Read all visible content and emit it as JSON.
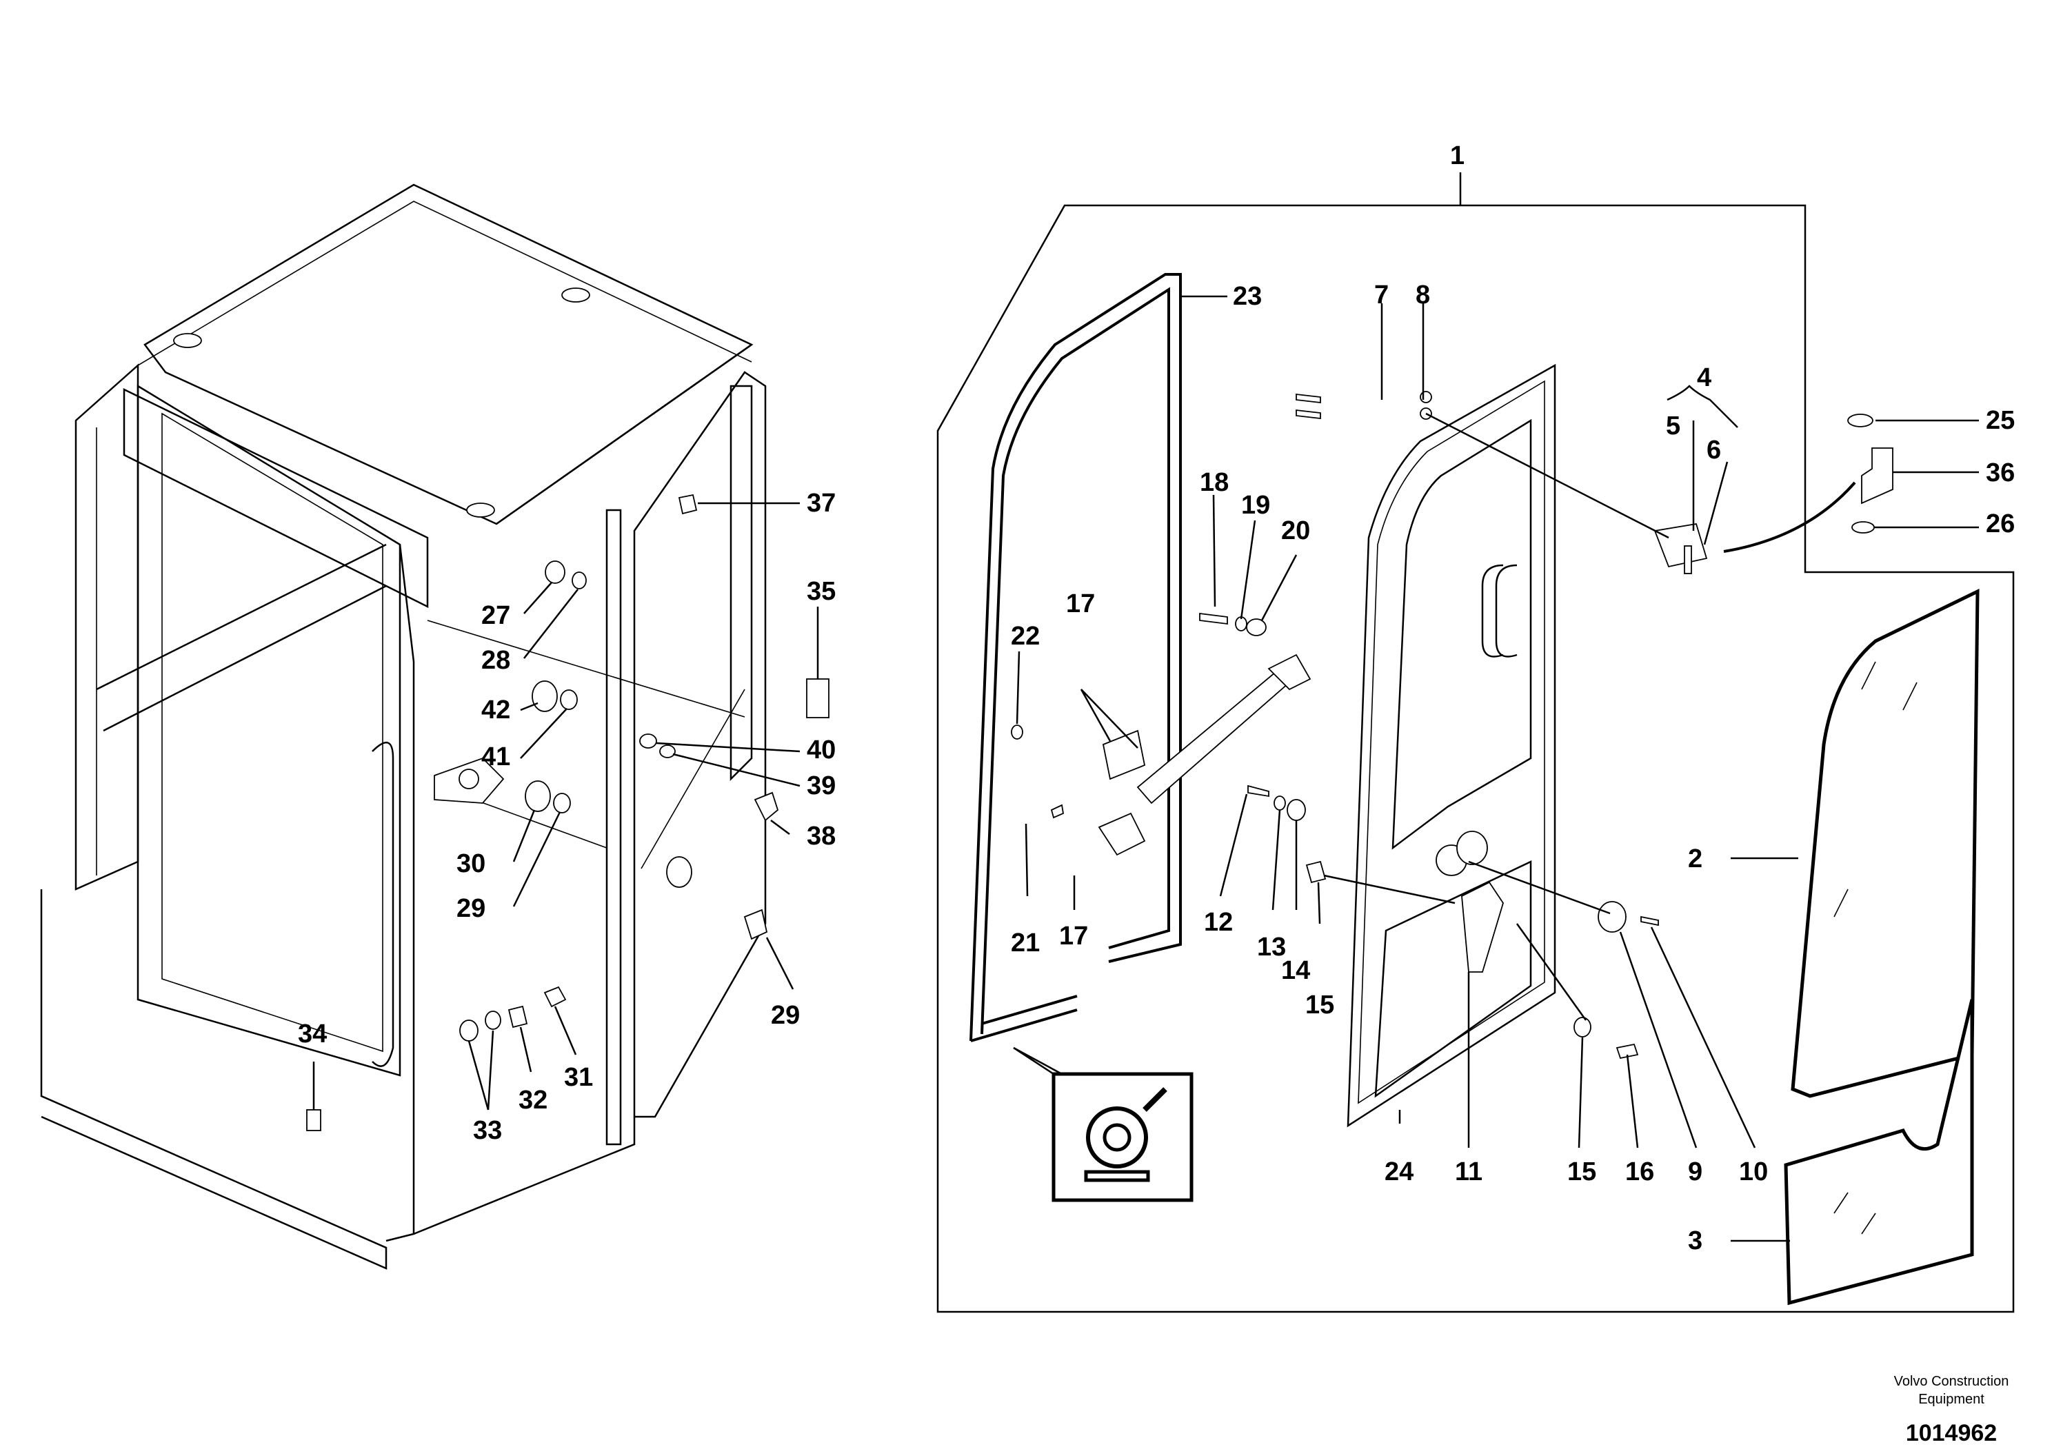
{
  "labels": {
    "l1": "1",
    "l2": "2",
    "l3": "3",
    "l4": "4",
    "l5": "5",
    "l6": "6",
    "l7": "7",
    "l8": "8",
    "l9": "9",
    "l10": "10",
    "l11": "11",
    "l12": "12",
    "l13": "13",
    "l14": "14",
    "l15a": "15",
    "l15b": "15",
    "l16": "16",
    "l17a": "17",
    "l17b": "17",
    "l18": "18",
    "l19": "19",
    "l20": "20",
    "l21": "21",
    "l22": "22",
    "l23": "23",
    "l24": "24",
    "l25": "25",
    "l26": "26",
    "l27": "27",
    "l28": "28",
    "l29a": "29",
    "l29b": "29",
    "l30": "30",
    "l31": "31",
    "l32": "32",
    "l33": "33",
    "l34": "34",
    "l35": "35",
    "l36": "36",
    "l37": "37",
    "l38": "38",
    "l39": "39",
    "l40": "40",
    "l41": "41",
    "l42": "42"
  },
  "credit": {
    "line1": "Volvo Construction",
    "line2": "Equipment"
  },
  "doc_number": "1014962"
}
